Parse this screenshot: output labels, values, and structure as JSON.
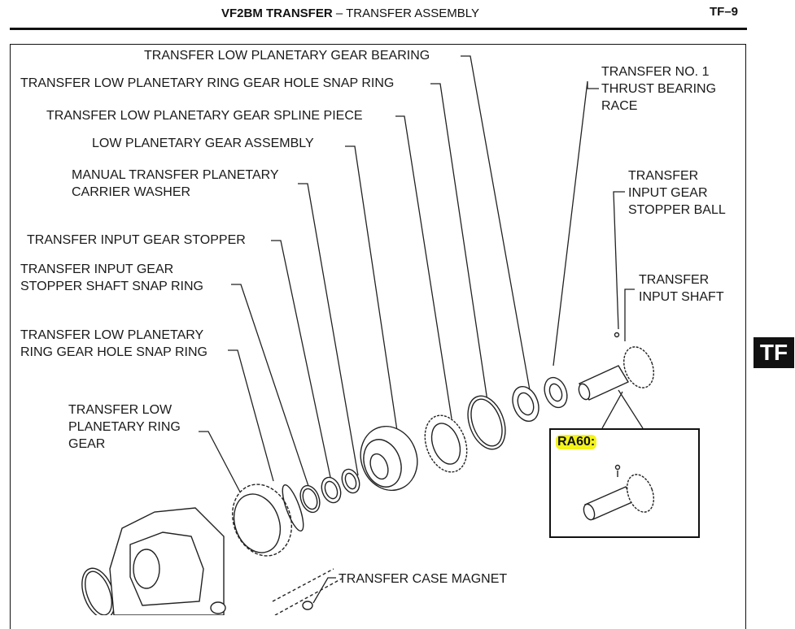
{
  "header": {
    "title_bold": "VF2BM TRANSFER",
    "title_rest": "  –  TRANSFER ASSEMBLY",
    "page": "TF–9"
  },
  "side_tab": "TF",
  "labels": [
    "TRANSFER LOW PLANETARY GEAR BEARING",
    "TRANSFER LOW PLANETARY RING GEAR HOLE SNAP RING",
    "TRANSFER LOW PLANETARY GEAR SPLINE PIECE",
    "LOW PLANETARY GEAR ASSEMBLY",
    "MANUAL TRANSFER PLANETARY\nCARRIER WASHER",
    "TRANSFER INPUT GEAR STOPPER",
    "TRANSFER INPUT GEAR\nSTOPPER SHAFT SNAP RING",
    "TRANSFER LOW PLANETARY\nRING GEAR HOLE SNAP RING",
    "TRANSFER LOW\nPLANETARY RING\nGEAR",
    "TRANSFER NO. 1\nTHRUST BEARING\nRACE",
    "TRANSFER\nINPUT GEAR\nSTOPPER BALL",
    "TRANSFER\nINPUT SHAFT",
    "TRANSFER CASE MAGNET"
  ],
  "inset": {
    "label": "RA60:"
  },
  "colors": {
    "highlight": "#f4f41a",
    "ink": "#111111"
  }
}
